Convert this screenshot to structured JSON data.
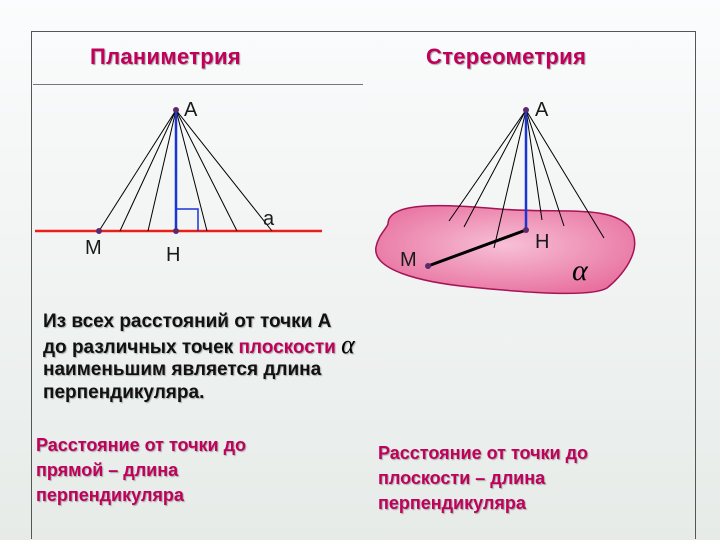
{
  "titles": {
    "left": "Планиметрия",
    "right": "Стереометрия"
  },
  "planimetry": {
    "point_a": "A",
    "line_label": "a",
    "point_m": "M",
    "point_h": "H"
  },
  "stereometry": {
    "point_a": "A",
    "point_h": "H",
    "point_m": "M",
    "plane_symbol": "α"
  },
  "colors": {
    "heading": "#c0005a",
    "line_a": "#e8201a",
    "perpendicular": "#1a35d6",
    "plane_fill": "#f28fb3",
    "plane_edge": "#a61456"
  },
  "statement": {
    "line1": "Из всех расстояний от точки А",
    "line2_prefix": "до различных точек",
    "line2_accent": "плоскости",
    "symbol": "α",
    "line3": "наименьшим является длина",
    "line4": "перпендикуляра."
  },
  "notes": {
    "left": [
      "Расстояние от точки до",
      "прямой – длина",
      "перпендикуляра"
    ],
    "right": [
      "Расстояние от точки до",
      "плоскости – длина",
      "перпендикуляра"
    ]
  }
}
